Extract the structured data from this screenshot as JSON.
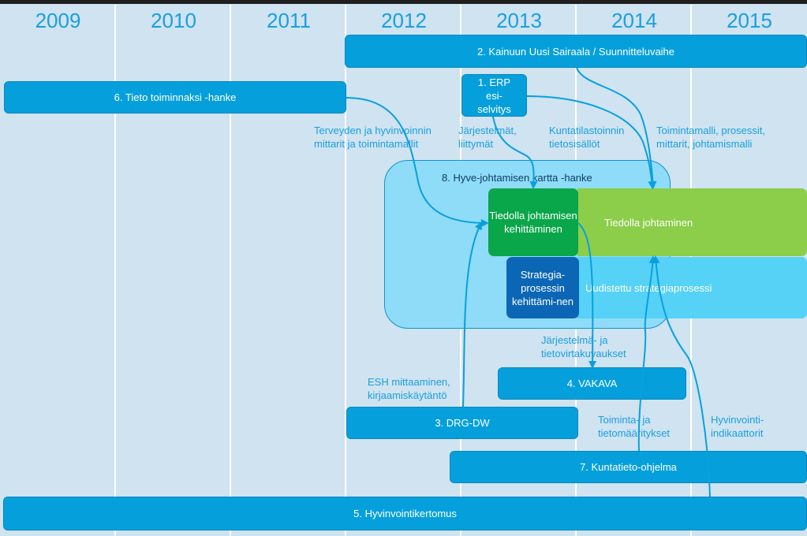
{
  "years": [
    "2009",
    "2010",
    "2011",
    "2012",
    "2013",
    "2014",
    "2015"
  ],
  "bars": {
    "sairaala": "2. Kainuun Uusi Sairaala / Suunnitteluvaihe",
    "tieto": "6. Tieto toiminnaksi -hanke",
    "erp": "1. ERP esi-selvitys",
    "vakava": "4. VAKAVA",
    "drg": "3. DRG-DW",
    "kuntatieto": "7. Kuntatieto-ohjelma",
    "hyvinvointi": "5. Hyvinvointikertomus"
  },
  "zone": {
    "title": "8. Hyve-johtamisen kartta -hanke",
    "tiedolla_kehittaminen": "Tiedolla johtamisen kehittäminen",
    "tiedolla_johtaminen": "Tiedolla johtaminen",
    "strategia_kehittaminen": "Strategia-prosessin kehittämi-nen",
    "strategiaprosessi": "Uudistettu strategiaprosessi"
  },
  "notes": {
    "terveyden": "Terveyden ja hyvinvoinnin mittarit ja toimintamallit",
    "jarjestelmat": "Järjestelmät, liittymät",
    "kuntatilastoinnin": "Kuntatilastoinnin tietosisällöt",
    "toimintamalli": "Toimintamalli, prosessit, mittarit, johtamismalli",
    "jarjestelma_tietovirta": "Järjestelmä- ja tietovirtakuvaukset",
    "esh": "ESH mittaaminen, kirjaamiskäytäntö",
    "toiminta_tieto": "Toiminta- ja tietomääritykset",
    "hyvinvointi_ind": "Hyvinvointi-indikaattorit"
  },
  "colors": {
    "background": "#cfe3f1",
    "year_text": "#1a9fde",
    "bar": "#05a0dc",
    "zone": "#8fdcf9",
    "dark_green": "#0aa64a",
    "light_green": "#8ccd4a",
    "dark_blue": "#0b67b5",
    "light_blue": "#55d2f6",
    "arrow": "#0aa0dc"
  }
}
